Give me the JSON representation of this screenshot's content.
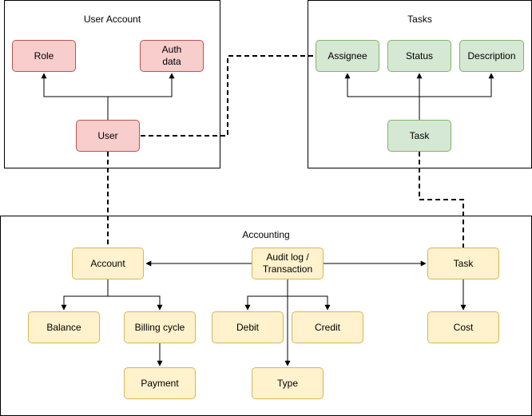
{
  "groups": {
    "user_account": "User Account",
    "tasks": "Tasks",
    "accounting": "Accounting"
  },
  "nodes": {
    "role": "Role",
    "auth_data": "Auth\ndata",
    "user": "User",
    "assignee": "Assignee",
    "status": "Status",
    "description": "Description",
    "task_tasks": "Task",
    "account": "Account",
    "audit_log": "Audit log /\nTransaction",
    "task_accounting": "Task",
    "balance": "Balance",
    "billing_cycle": "Billing cycle",
    "debit": "Debit",
    "credit": "Credit",
    "cost": "Cost",
    "payment": "Payment",
    "type": "Type"
  },
  "colors": {
    "red_fill": "#f8cecc",
    "red_stroke": "#b85450",
    "green_fill": "#d5e8d4",
    "green_stroke": "#82b366",
    "yellow_fill": "#fff2cc",
    "yellow_stroke": "#d6b656"
  }
}
